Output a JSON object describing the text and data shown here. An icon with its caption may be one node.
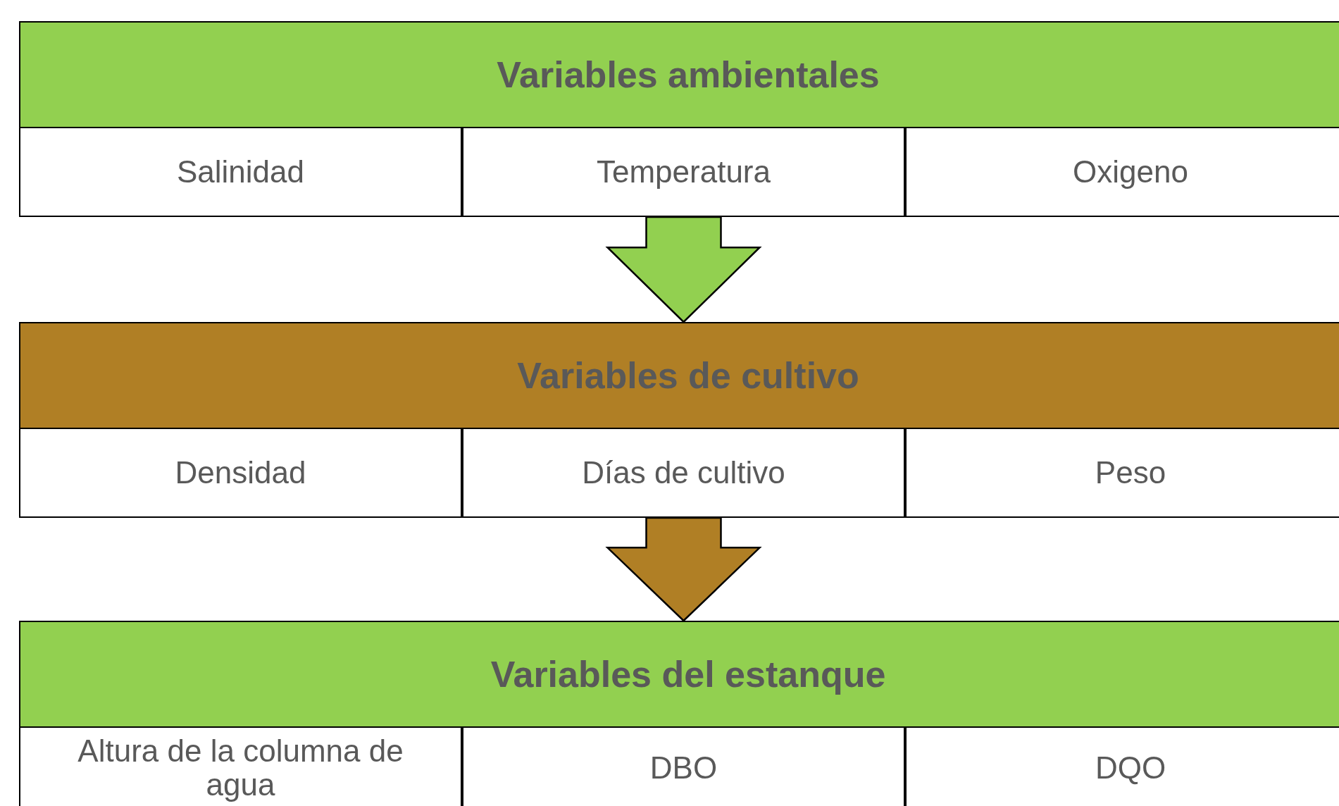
{
  "diagram": {
    "nodes": [
      {
        "text": [
          "Variables ambientales"
        ]
      },
      {
        "text": [
          "Salinidad"
        ]
      },
      {
        "text": [
          "Temperatura"
        ]
      },
      {
        "text": [
          "Oxigeno"
        ]
      },
      {
        "text": [
          "Variables de cultivo"
        ]
      },
      {
        "text": [
          "Densidad"
        ]
      },
      {
        "text": [
          "Días de cultivo"
        ]
      },
      {
        "text": [
          "Peso"
        ]
      },
      {
        "text": [
          "Variables del estanque"
        ]
      },
      {
        "text": [
          "Altura de la columna de agua"
        ]
      },
      {
        "text": [
          "DBO"
        ]
      },
      {
        "text": [
          "DQO"
        ]
      }
    ],
    "edges": [
      {
        "from": 2,
        "to": 4,
        "arrow": "to",
        "style": "thick",
        "color": "#92d050"
      },
      {
        "from": 6,
        "to": 8,
        "arrow": "to",
        "style": "thick",
        "color": "#b07f25"
      }
    ]
  }
}
